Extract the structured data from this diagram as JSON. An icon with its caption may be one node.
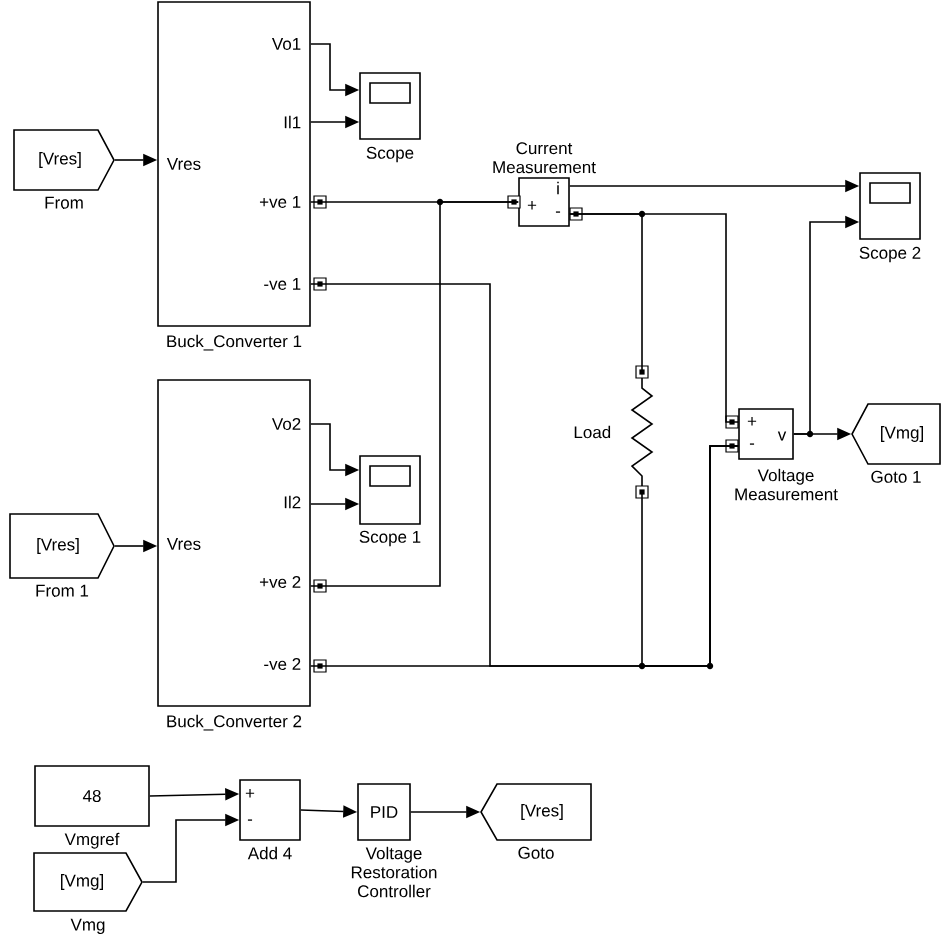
{
  "diagram": {
    "nodes": [
      {
        "text": [
          "[Vres]"
        ],
        "beside": [
          "From"
        ]
      },
      {
        "text": [
          "Vo1",
          "Il1",
          "Vres",
          "+ve 1",
          "-ve 1"
        ],
        "beside": [
          "Buck_Converter 1"
        ]
      },
      {
        "text": [],
        "shape": "box",
        "beside": [
          "Scope"
        ]
      },
      {
        "text": [
          "+",
          "i",
          "-"
        ],
        "beside": [
          "Current Measurement"
        ]
      },
      {
        "text": [],
        "shape": "box",
        "beside": [
          "Scope 2"
        ]
      },
      {
        "text": [],
        "shape": "resistor",
        "beside": [
          "Load"
        ]
      },
      {
        "text": [
          "+",
          "-",
          "v"
        ],
        "beside": [
          "Voltage Measurement"
        ]
      },
      {
        "text": [
          "[Vmg]"
        ],
        "beside": [
          "Goto 1"
        ]
      },
      {
        "text": [
          "[Vres]"
        ],
        "beside": [
          "From 1"
        ]
      },
      {
        "text": [
          "Vo2",
          "Il2",
          "Vres",
          "+ve 2",
          "-ve 2"
        ],
        "beside": [
          "Buck_Converter 2"
        ]
      },
      {
        "text": [],
        "shape": "box",
        "beside": [
          "Scope 1"
        ]
      },
      {
        "text": [
          "48"
        ],
        "beside": [
          "Vmgref"
        ]
      },
      {
        "text": [
          "[Vmg]"
        ],
        "beside": [
          "Vmg"
        ]
      },
      {
        "text": [
          "+",
          "-"
        ],
        "beside": [
          "Add 4"
        ]
      },
      {
        "text": [
          "PID"
        ],
        "beside": [
          "Voltage Restoration Controller"
        ]
      },
      {
        "text": [
          "[Vres]"
        ],
        "beside": [
          "Goto"
        ]
      }
    ],
    "edges": [
      {
        "from": 0,
        "to": 1,
        "arrow": "to"
      },
      {
        "from": 1,
        "to": 2,
        "arrow": "to"
      },
      {
        "from": 1,
        "to": 2,
        "arrow": "to"
      },
      {
        "from": 1,
        "to": 3,
        "arrow": "none"
      },
      {
        "from": 9,
        "to": 3,
        "arrow": "none"
      },
      {
        "from": 3,
        "to": 5,
        "arrow": "none"
      },
      {
        "from": 3,
        "to": 6,
        "arrow": "none"
      },
      {
        "from": 1,
        "to": 6,
        "arrow": "none"
      },
      {
        "from": 9,
        "to": 6,
        "arrow": "none"
      },
      {
        "from": 5,
        "to": 6,
        "arrow": "none"
      },
      {
        "from": 3,
        "to": 4,
        "arrow": "to"
      },
      {
        "from": 6,
        "to": 4,
        "arrow": "to"
      },
      {
        "from": 6,
        "to": 7,
        "arrow": "to"
      },
      {
        "from": 8,
        "to": 9,
        "arrow": "to"
      },
      {
        "from": 9,
        "to": 10,
        "arrow": "to"
      },
      {
        "from": 9,
        "to": 10,
        "arrow": "to"
      },
      {
        "from": 11,
        "to": 13,
        "arrow": "to"
      },
      {
        "from": 12,
        "to": 13,
        "arrow": "to"
      },
      {
        "from": 13,
        "to": 14,
        "arrow": "to"
      },
      {
        "from": 14,
        "to": 15,
        "arrow": "to"
      }
    ]
  }
}
